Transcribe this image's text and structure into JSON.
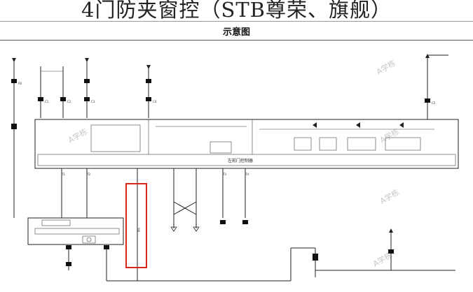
{
  "header": {
    "title": "4门防夹窗控（STB尊荣、旗舰）",
    "subtitle": "示意图"
  },
  "watermark": "A学栋",
  "diagram": {
    "module_label": "左前门控制器",
    "highlight_color": "#d9261c"
  }
}
